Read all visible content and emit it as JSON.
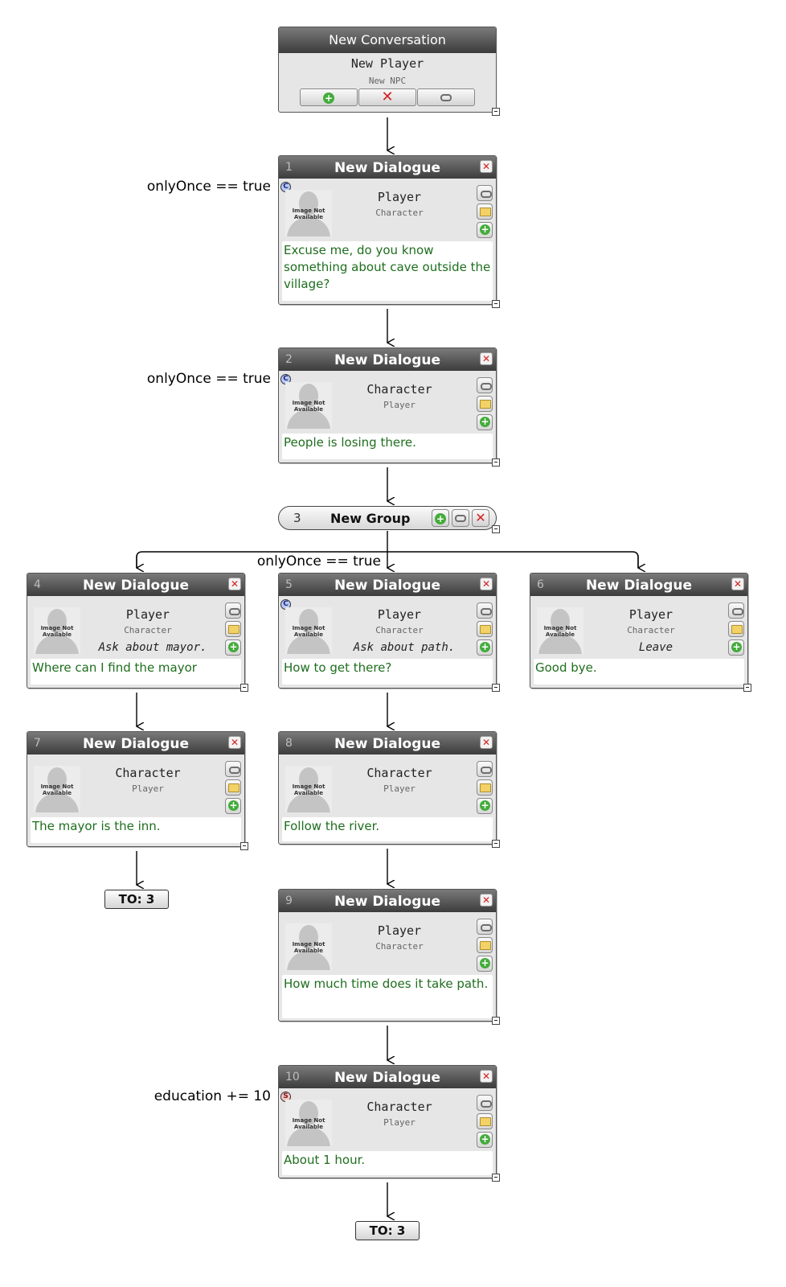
{
  "start": {
    "title": "New Conversation",
    "player": "New Player",
    "npc": "New NPC"
  },
  "nodes": [
    {
      "num": "1",
      "title": "New Dialogue",
      "speaker": "Player",
      "listener": "Character",
      "choice": "",
      "text": "Excuse me, do you know something about cave outside the village?",
      "condition_badge": "C",
      "condition": "onlyOnce == true"
    },
    {
      "num": "2",
      "title": "New Dialogue",
      "speaker": "Character",
      "listener": "Player",
      "choice": "",
      "text": "People is losing there.",
      "condition_badge": "C",
      "condition": "onlyOnce == true"
    },
    {
      "num": "4",
      "title": "New Dialogue",
      "speaker": "Player",
      "listener": "Character",
      "choice": "Ask about mayor.",
      "text": "Where can I find the mayor",
      "condition_badge": "",
      "condition": ""
    },
    {
      "num": "5",
      "title": "New Dialogue",
      "speaker": "Player",
      "listener": "Character",
      "choice": "Ask about path.",
      "text": "How to get there?",
      "condition_badge": "C",
      "condition": "onlyOnce == true"
    },
    {
      "num": "6",
      "title": "New Dialogue",
      "speaker": "Player",
      "listener": "Character",
      "choice": "Leave",
      "text": "Good bye.",
      "condition_badge": "",
      "condition": ""
    },
    {
      "num": "7",
      "title": "New Dialogue",
      "speaker": "Character",
      "listener": "Player",
      "choice": "",
      "text": "The mayor is the inn.",
      "condition_badge": "",
      "condition": ""
    },
    {
      "num": "8",
      "title": "New Dialogue",
      "speaker": "Character",
      "listener": "Player",
      "choice": "",
      "text": "Follow the river.",
      "condition_badge": "",
      "condition": ""
    },
    {
      "num": "9",
      "title": "New Dialogue",
      "speaker": "Player",
      "listener": "Character",
      "choice": "",
      "text": "How much time does it take path.",
      "condition_badge": "",
      "condition": ""
    },
    {
      "num": "10",
      "title": "New Dialogue",
      "speaker": "Character",
      "listener": "Player",
      "choice": "",
      "text": "About 1 hour.",
      "condition_badge": "S",
      "condition": "education += 10"
    }
  ],
  "group": {
    "num": "3",
    "title": "New Group"
  },
  "goto": [
    {
      "label": "TO: 3"
    },
    {
      "label": "TO: 3"
    }
  ],
  "avatar_text": "Image Not Available",
  "colors": {
    "header_dark": "#3c3c3c",
    "dialogue_text": "#1e6e1e",
    "close_red": "#d61f1f",
    "add_green": "#43ac3b",
    "condition_badge": "#b8c8f4",
    "script_badge": "#f6c4c4"
  }
}
